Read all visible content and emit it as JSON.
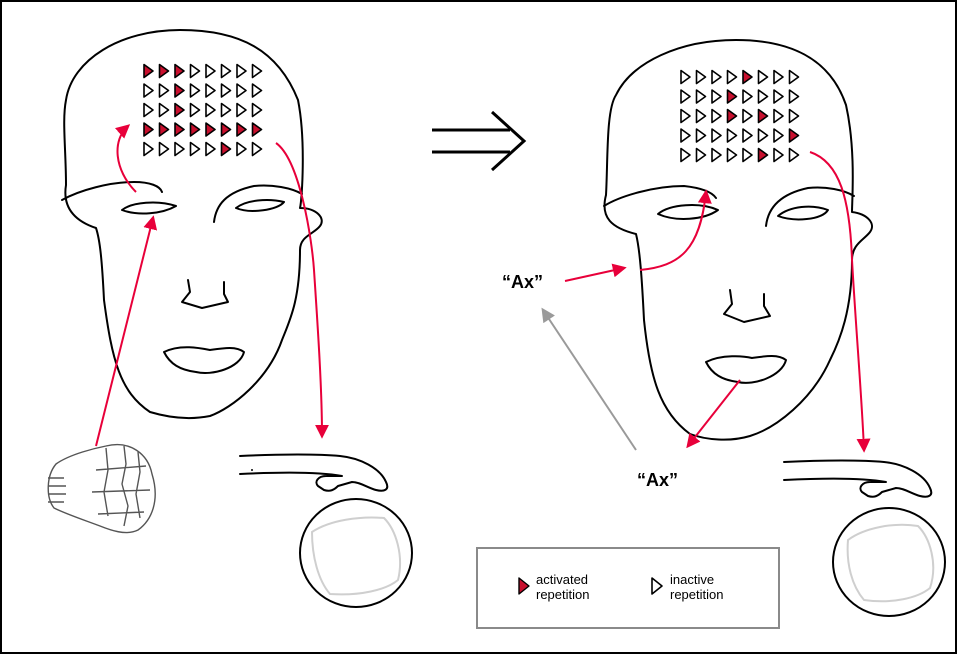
{
  "colors": {
    "activated": "#c8102e",
    "inactive": "#ffffff",
    "pathway": "#e8003a",
    "observation": "#9a9a9a",
    "outline": "#000000"
  },
  "left_grid": [
    [
      1,
      1,
      1,
      0,
      0,
      0,
      0,
      0
    ],
    [
      0,
      0,
      1,
      0,
      0,
      0,
      0,
      0
    ],
    [
      0,
      0,
      1,
      0,
      0,
      0,
      0,
      0
    ],
    [
      1,
      1,
      1,
      1,
      1,
      1,
      1,
      1
    ],
    [
      0,
      0,
      0,
      0,
      0,
      1,
      0,
      0
    ]
  ],
  "right_grid": [
    [
      0,
      0,
      0,
      0,
      1,
      0,
      0,
      0
    ],
    [
      0,
      0,
      0,
      1,
      0,
      0,
      0,
      0
    ],
    [
      0,
      0,
      0,
      1,
      0,
      1,
      0,
      0
    ],
    [
      0,
      0,
      0,
      0,
      0,
      0,
      0,
      1
    ],
    [
      0,
      0,
      0,
      0,
      0,
      1,
      0,
      0
    ]
  ],
  "speech": {
    "left_utterance": "“Ax”",
    "bottom_utterance": "“Ax”"
  },
  "legend": {
    "activated_line1": "activated",
    "activated_line2": "repetition",
    "inactive_line1": "inactive",
    "inactive_line2": "repetition"
  },
  "icons": {
    "transition": "double-right-arrow",
    "left_object": "cone-shaped-object",
    "hand": "open-hand-outline",
    "ball": "round-object"
  }
}
